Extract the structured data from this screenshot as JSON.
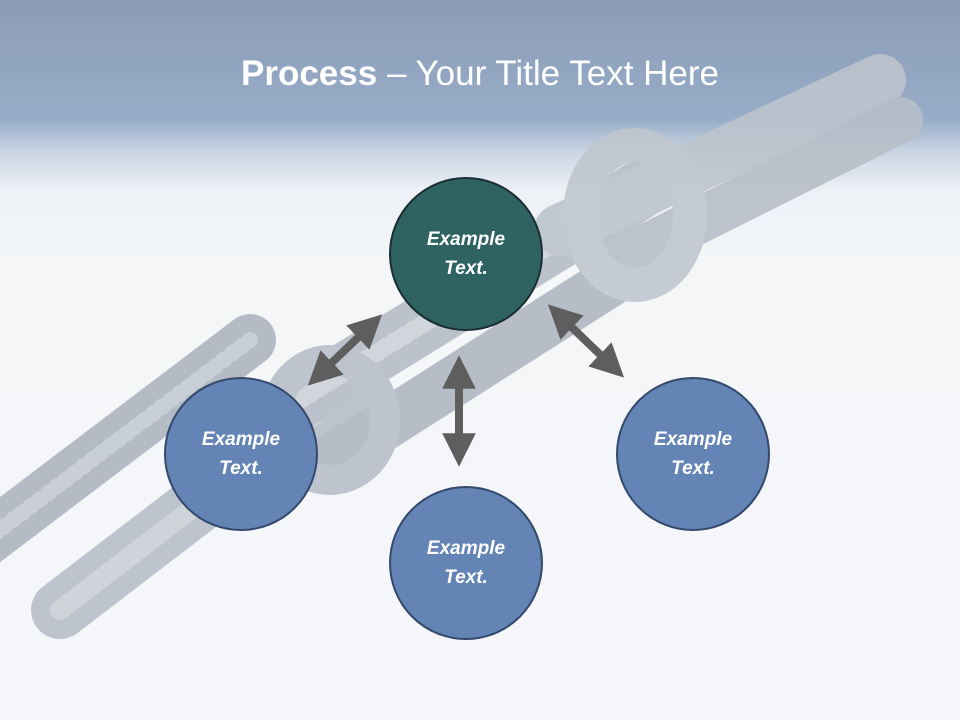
{
  "slide": {
    "title_bold": "Process",
    "title_rest": " – Your Title Text Here"
  },
  "diagram": {
    "center": {
      "label": "Example Text."
    },
    "nodes": [
      {
        "position": "left",
        "label": "Example Text."
      },
      {
        "position": "bottom",
        "label": "Example Text."
      },
      {
        "position": "right",
        "label": "Example Text."
      }
    ]
  },
  "colors": {
    "header": "#4a6a98",
    "center_fill": "#2e6362",
    "node_fill": "#6384b5",
    "arrow": "#5e5e5e"
  },
  "icons": {
    "background": "chain-links-image",
    "connectors": "double-arrow-icon"
  }
}
